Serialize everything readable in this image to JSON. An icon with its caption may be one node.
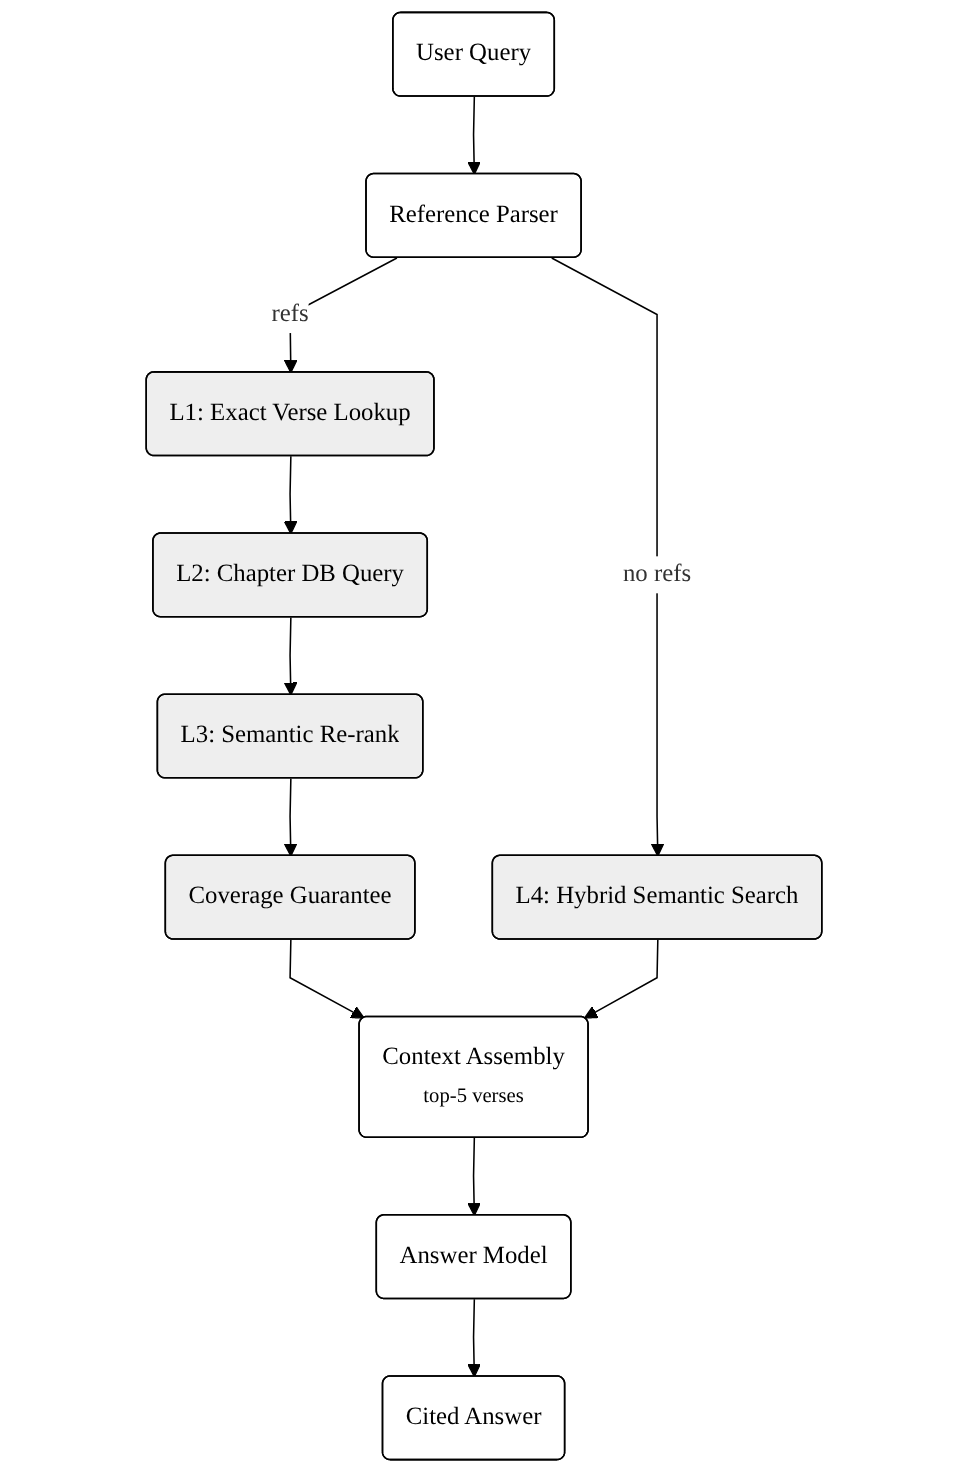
{
  "diagram": {
    "nodes": [
      {
        "text": [
          "User Query"
        ]
      },
      {
        "text": [
          "Reference Parser"
        ]
      },
      {
        "text": [
          "L1: Exact Verse Lookup"
        ]
      },
      {
        "text": [
          "L2: Chapter DB Query"
        ]
      },
      {
        "text": [
          "L3: Semantic Re-rank"
        ]
      },
      {
        "text": [
          "Coverage Guarantee"
        ]
      },
      {
        "text": [
          "L4: Hybrid Semantic Search"
        ]
      },
      {
        "text": [
          "Context Assembly",
          "top-5 verses"
        ]
      },
      {
        "text": [
          "Answer Model"
        ]
      },
      {
        "text": [
          "Cited Answer"
        ]
      }
    ],
    "edges": [
      {
        "from": 0,
        "to": 1,
        "arrow": "to"
      },
      {
        "from": 1,
        "to": 2,
        "arrow": "to",
        "label": "refs"
      },
      {
        "from": 1,
        "to": 6,
        "arrow": "to",
        "label": "no refs"
      },
      {
        "from": 2,
        "to": 3,
        "arrow": "to"
      },
      {
        "from": 3,
        "to": 4,
        "arrow": "to"
      },
      {
        "from": 4,
        "to": 5,
        "arrow": "to"
      },
      {
        "from": 5,
        "to": 7,
        "arrow": "to"
      },
      {
        "from": 6,
        "to": 7,
        "arrow": "to"
      },
      {
        "from": 7,
        "to": 8,
        "arrow": "to"
      },
      {
        "from": 8,
        "to": 9,
        "arrow": "to"
      }
    ]
  }
}
